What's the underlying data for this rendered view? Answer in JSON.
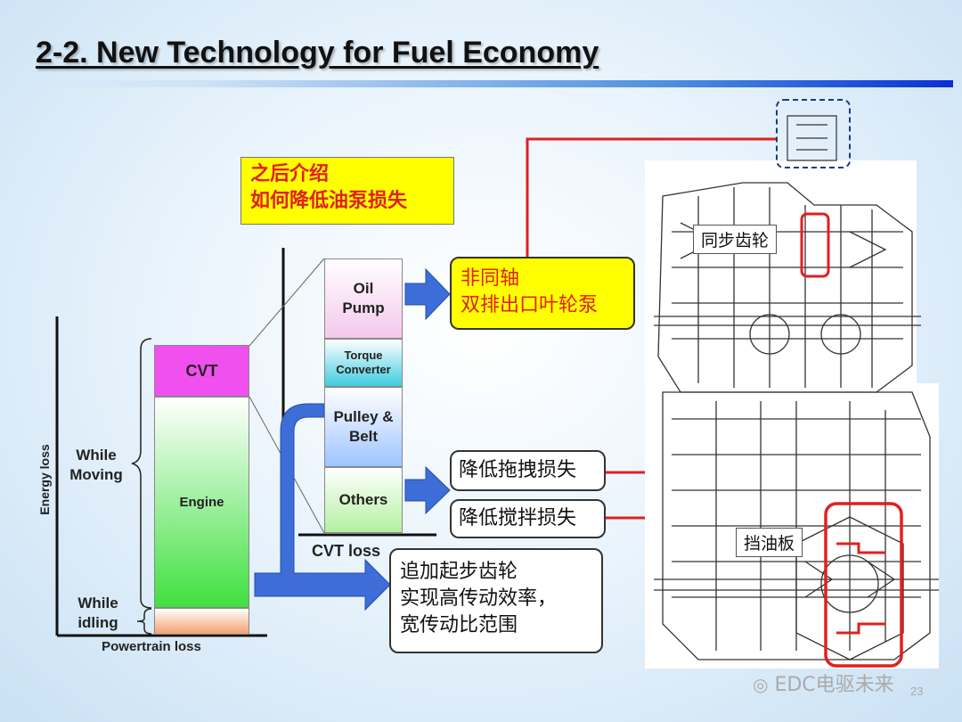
{
  "slide": {
    "title": "2-2. New Technology for Fuel Economy",
    "page_number": "23"
  },
  "note": {
    "line1": "之后介绍",
    "line2": "如何降低油泵损失"
  },
  "energy_chart": {
    "y_axis_label": "Energy loss",
    "x_axis_label": "Powertrain loss",
    "cvt_axis_label": "CVT loss",
    "stack_left": [
      {
        "label": "CVT",
        "color": "#f050ee"
      },
      {
        "label": "Engine",
        "color": "#40e040"
      },
      {
        "label": "",
        "color": "#f5a070"
      }
    ],
    "brace_moving": "While Moving",
    "brace_idling": "While idling",
    "stack_right": [
      {
        "label": "Oil Pump",
        "color": "#f8dcf0"
      },
      {
        "label": "Torque Converter",
        "color": "#40cce0"
      },
      {
        "label": "Pulley & Belt",
        "color": "#b8d4ff"
      },
      {
        "label": "Others",
        "color": "#c8f4b8"
      }
    ]
  },
  "callouts": {
    "pump": {
      "line1": "非同轴",
      "line2": "双排出口叶轮泵"
    },
    "drag": "降低拖拽损失",
    "stir": "降低搅拌损失",
    "gear": {
      "line1": "追加起步齿轮",
      "line2": "实现高传动效率，",
      "line3": "宽传动比范围"
    }
  },
  "drawing_labels": {
    "sync": "同步齿轮",
    "baffle": "挡油板"
  },
  "watermark": "EDC电驱未来",
  "colors": {
    "accent_red": "#e02020",
    "arrow_blue": "#3d6ed8",
    "note_yellow": "#ffff00"
  }
}
